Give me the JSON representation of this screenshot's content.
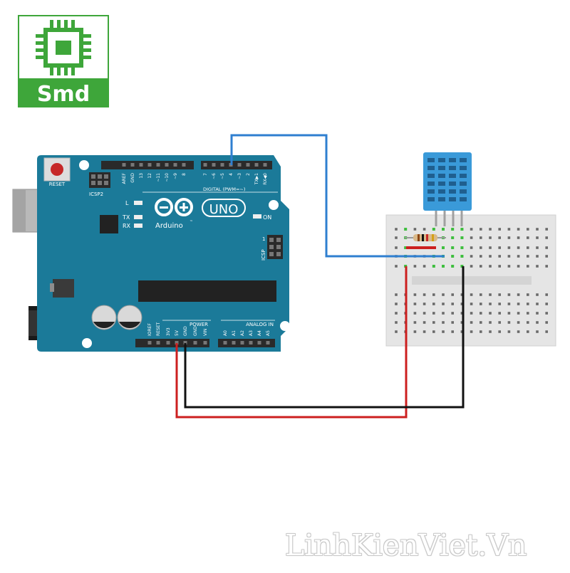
{
  "logo": {
    "text": "Smd",
    "color": "#3ea63a"
  },
  "arduino": {
    "brand": "Arduino",
    "model": "UNO",
    "trademark": "™",
    "reset_label": "RESET",
    "icsp2_label": "ICSP2",
    "icsp_label": "ICSP",
    "icsp_pin1": "1",
    "on_label": "ON",
    "led_l": "L",
    "led_tx": "TX",
    "led_rx": "RX",
    "digital_label": "DIGITAL (PWM=~)",
    "power_label": "POWER",
    "analog_label": "ANALOG IN",
    "top_header_pins": [
      "AREF",
      "GND",
      "13",
      "12",
      "~11",
      "~10",
      "~9",
      "8",
      "7",
      "~6",
      "~5",
      "4",
      "~3",
      "2",
      "TX▶1",
      "RX◀0"
    ],
    "power_pins": [
      "IOREF",
      "RESET",
      "3V3",
      "5V",
      "GND",
      "GND",
      "VIN"
    ],
    "analog_pins": [
      "A0",
      "A1",
      "A2",
      "A3",
      "A4",
      "A5"
    ],
    "board_color": "#1b7a99"
  },
  "sensor": {
    "color": "#3a9ad9"
  },
  "wires": {
    "data": "#2f7fd0",
    "power": "#cc1f1f",
    "ground": "#111111"
  },
  "watermark": "LinhKienViet.Vn"
}
